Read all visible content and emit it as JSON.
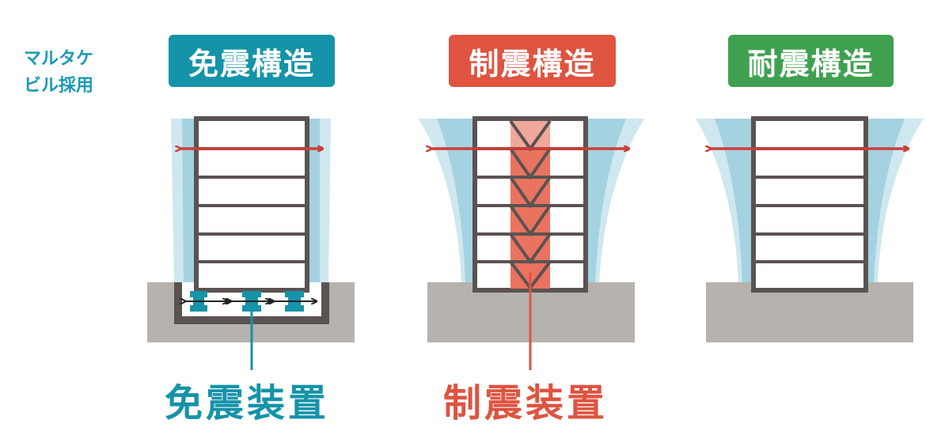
{
  "note": {
    "line1": "マルタケ",
    "line2": "ビル採用"
  },
  "structures": [
    {
      "label": "免震構造",
      "color": "#1593a8"
    },
    {
      "label": "制震構造",
      "color": "#de5441"
    },
    {
      "label": "耐震構造",
      "color": "#3fa14f"
    }
  ],
  "devices": [
    {
      "label": "免震装置",
      "color": "#1593a8"
    },
    {
      "label": "制震装置",
      "color": "#de5441"
    }
  ],
  "colors": {
    "ground": "#b6b2ae",
    "frame": "#5a5352",
    "arrow": "#cc3d37",
    "sway_light": "#cfe7ef",
    "sway_dark": "#a4d2e0",
    "damper_fill": "#e9735f",
    "damper_light": "#f2a79b"
  }
}
